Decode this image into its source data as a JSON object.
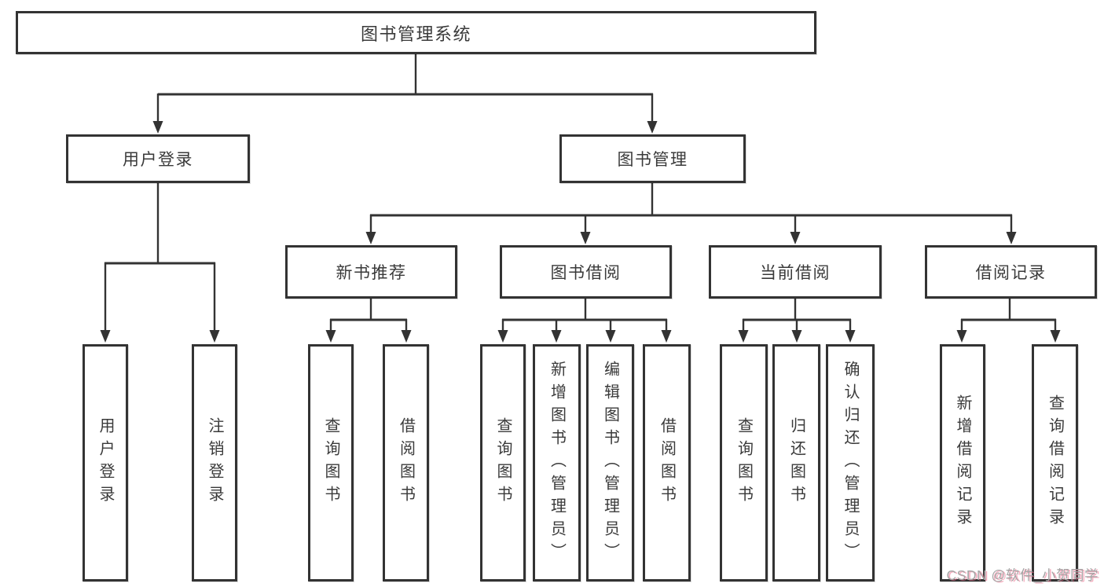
{
  "tree": {
    "root": {
      "label": "图书管理系统"
    },
    "branches": [
      {
        "label": "用户登录",
        "children": [
          {
            "label": "用户登录"
          },
          {
            "label": "注销登录"
          }
        ]
      },
      {
        "label": "图书管理",
        "children": [
          {
            "label": "新书推荐",
            "children": [
              {
                "label": "查询图书"
              },
              {
                "label": "借阅图书"
              }
            ]
          },
          {
            "label": "图书借阅",
            "children": [
              {
                "label": "查询图书"
              },
              {
                "label": "新增图书（管理员）"
              },
              {
                "label": "编辑图书（管理员）"
              },
              {
                "label": "借阅图书"
              }
            ]
          },
          {
            "label": "当前借阅",
            "children": [
              {
                "label": "查询图书"
              },
              {
                "label": "归还图书"
              },
              {
                "label": "确认归还（管理员）"
              }
            ]
          },
          {
            "label": "借阅记录",
            "children": [
              {
                "label": "新增借阅记录"
              },
              {
                "label": "查询借阅记录"
              }
            ]
          }
        ]
      }
    ]
  },
  "watermark": {
    "text": "CSDN @软件_小贺同学"
  },
  "colors": {
    "line": "#333333",
    "text": "#3a3a3a",
    "background": "#ffffff",
    "watermark": "#a5a5a5",
    "watermark_shadow": "#ec6789"
  }
}
